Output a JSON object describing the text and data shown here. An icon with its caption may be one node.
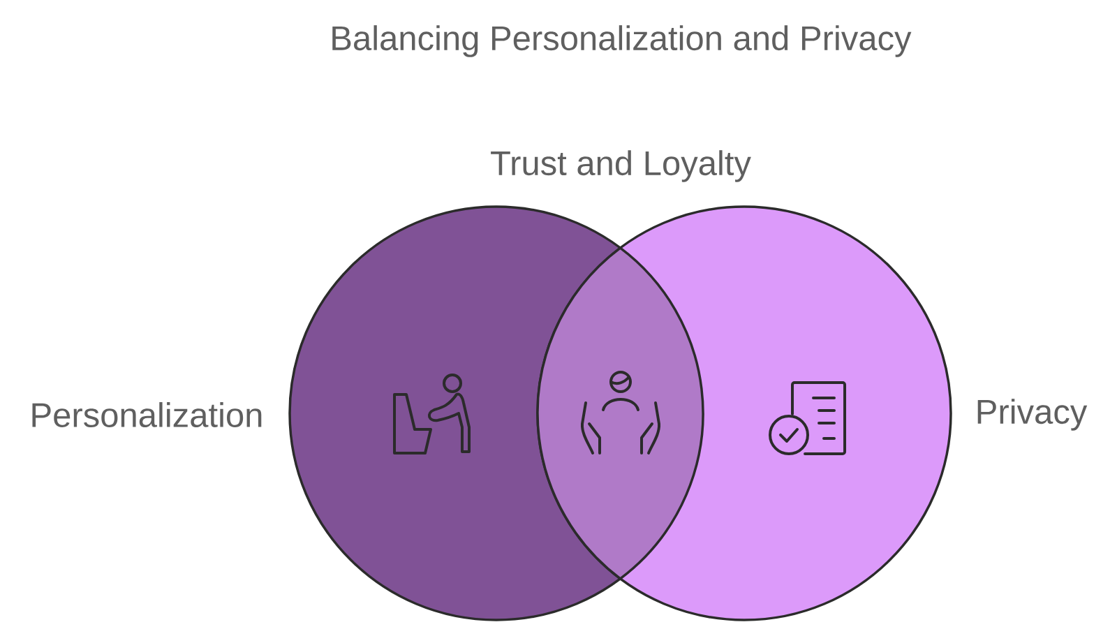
{
  "diagram": {
    "title": "Balancing Personalization and Privacy",
    "nodes": [
      {
        "text": [
          "Personalization"
        ]
      },
      {
        "text": [
          "Privacy"
        ]
      },
      {
        "text": [
          "Trust and Loyalty"
        ]
      }
    ]
  }
}
